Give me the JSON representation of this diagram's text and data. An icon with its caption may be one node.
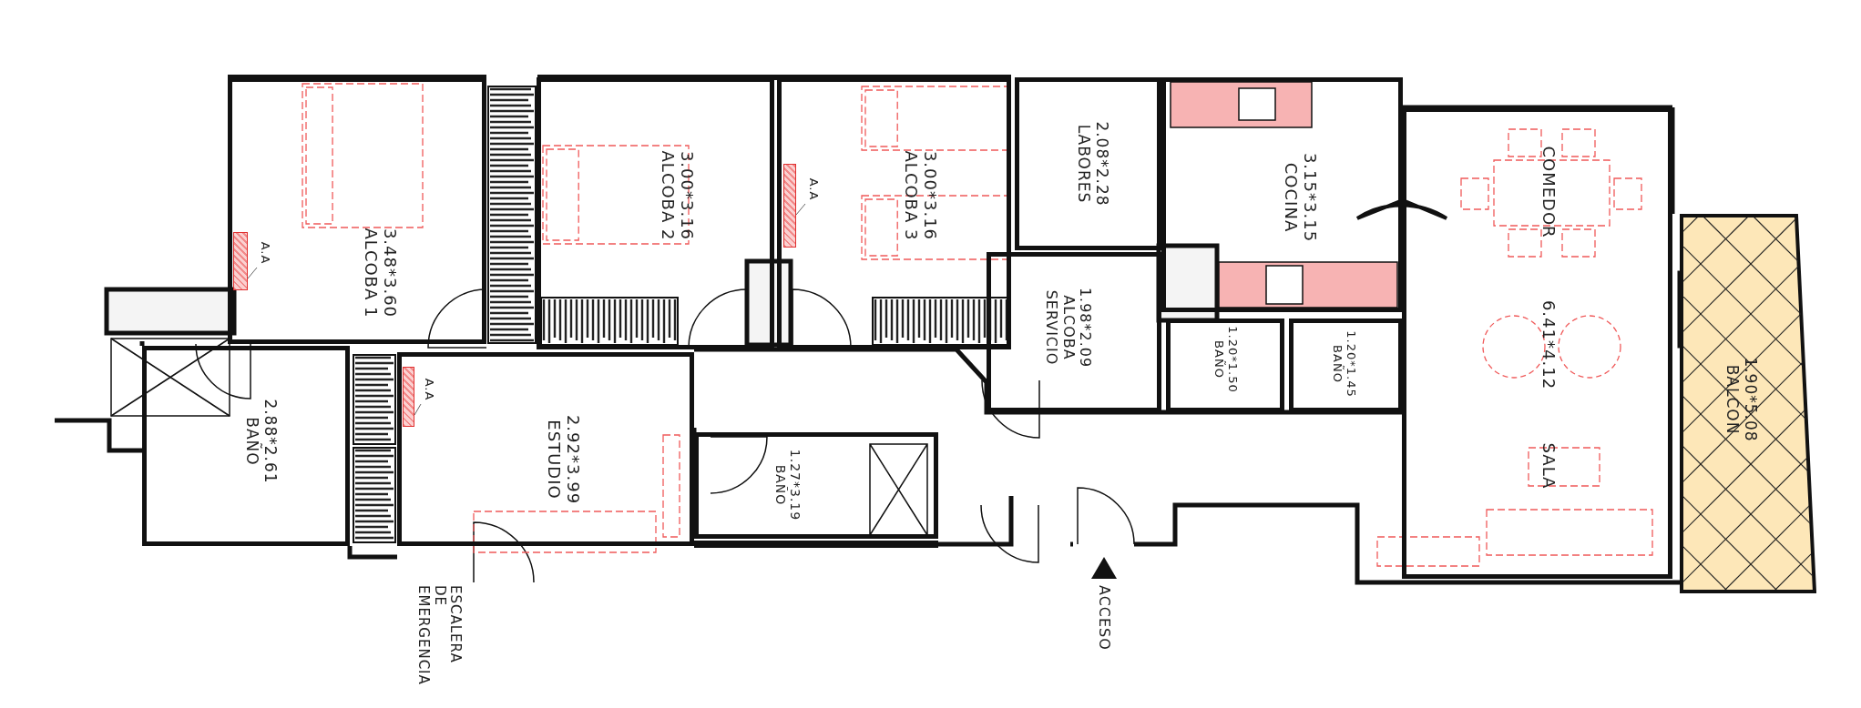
{
  "diagram": {
    "nodes": [
      {
        "text": [
          "3.48*3.60",
          "ALCOBA 1"
        ]
      },
      {
        "text": [
          "A.A"
        ],
        "in": 0
      },
      {
        "text": [],
        "shape": "box",
        "in": 0
      },
      {
        "text": [
          "3.00*3.16",
          "ALCOBA 2"
        ]
      },
      {
        "text": [
          "3.00*3.16",
          "ALCOBA 3"
        ]
      },
      {
        "text": [
          "A.A"
        ],
        "in": 4
      },
      {
        "text": [],
        "shape": "box",
        "in": 4
      },
      {
        "text": [
          "2.08*2.28",
          "LABORES"
        ]
      },
      {
        "text": [
          "3.15*3.15",
          "COCINA"
        ]
      },
      {
        "text": [
          "1.98*2.09",
          "ALCOBA SERVICIO"
        ]
      },
      {
        "text": [
          "1.20*1.50",
          "BAÑO"
        ]
      },
      {
        "text": [
          "1.20*1.45",
          "BAÑO"
        ]
      },
      {
        "text": [
          "COMEDOR",
          "6.41*4.12",
          "SALA"
        ]
      },
      {
        "text": [
          "1.90*5.08",
          "BALCON"
        ]
      },
      {
        "text": [
          "2.88*2.61",
          "BAÑO"
        ]
      },
      {
        "text": [
          "2.92*3.99",
          "ESTUDIO"
        ]
      },
      {
        "text": [
          "A.A"
        ],
        "in": 15
      },
      {
        "text": [],
        "shape": "box",
        "in": 15
      },
      {
        "text": [
          "1.27*3.19",
          "BAÑO"
        ]
      }
    ],
    "edges": [
      {
        "from": 1,
        "to": 2,
        "arrow": "none"
      },
      {
        "from": 5,
        "to": 6,
        "arrow": "none"
      },
      {
        "from": 16,
        "to": 17,
        "arrow": "none"
      }
    ],
    "labels": [
      "ESCALERA DE EMERGENCIA",
      "ACCESO"
    ]
  }
}
